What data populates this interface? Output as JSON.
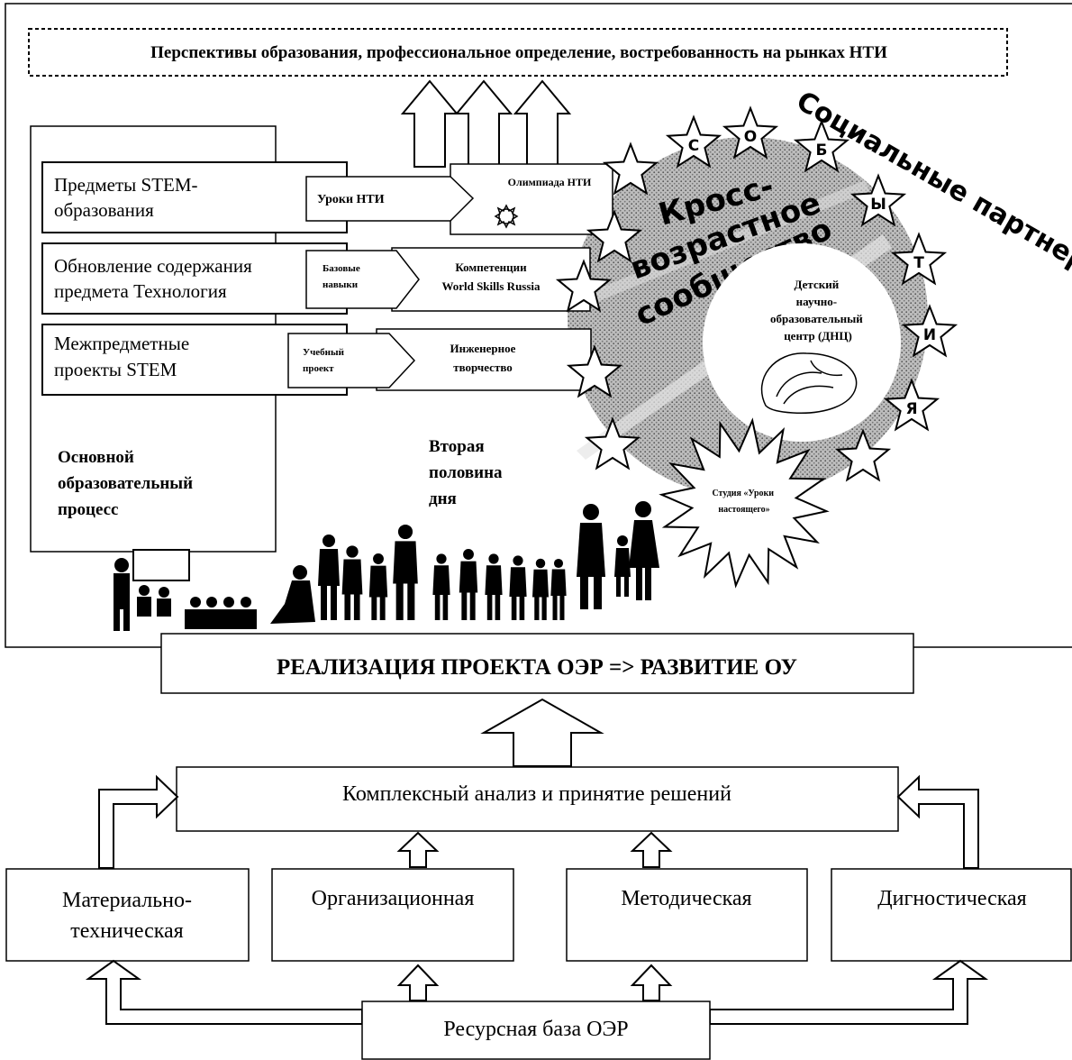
{
  "top_banner": "Перспективы образования, профессиональное определение, востребованность на рынках НТИ",
  "social_partners": "Социальные партнеры",
  "community": {
    "line1": "Кросс-",
    "line2": "возрастное",
    "line3": "сообщество"
  },
  "rows": [
    {
      "title": [
        "Предметы STEM-",
        "образования"
      ],
      "tag": "Уроки НТИ",
      "result": "Олимпиада НТИ"
    },
    {
      "title": [
        "Обновление содержания",
        "предмета Технология"
      ],
      "tag": [
        "Базовые",
        "навыки"
      ],
      "result": [
        "Компетенции",
        "World Skills Russia"
      ]
    },
    {
      "title": [
        "Межпредметные",
        "проекты STEM"
      ],
      "tag": [
        "Учебный",
        "проект"
      ],
      "result": [
        "Инженерное",
        "творчество"
      ]
    }
  ],
  "main_process": [
    "Основной",
    "образовательный",
    "процесс"
  ],
  "second_half": [
    "Вторая",
    "половина",
    "дня"
  ],
  "center": [
    "Детский",
    "научно-",
    "образовательный",
    "центр (ДНЦ)"
  ],
  "studio": [
    "Студия «Уроки",
    "настоящего»"
  ],
  "star_letters": [
    "С",
    "О",
    "Б",
    "Ы",
    "Т",
    "И",
    "Я"
  ],
  "realization": "РЕАЛИЗАЦИЯ ПРОЕКТА ОЭР  => РАЗВИТИЕ ОУ",
  "analysis": "Комплексный анализ и принятие решений",
  "bases": [
    [
      "Материально-",
      "техническая"
    ],
    [
      "Организационная"
    ],
    [
      "Методическая"
    ],
    [
      "Дигностическая"
    ]
  ],
  "resource_base": "Ресурсная база ОЭР"
}
